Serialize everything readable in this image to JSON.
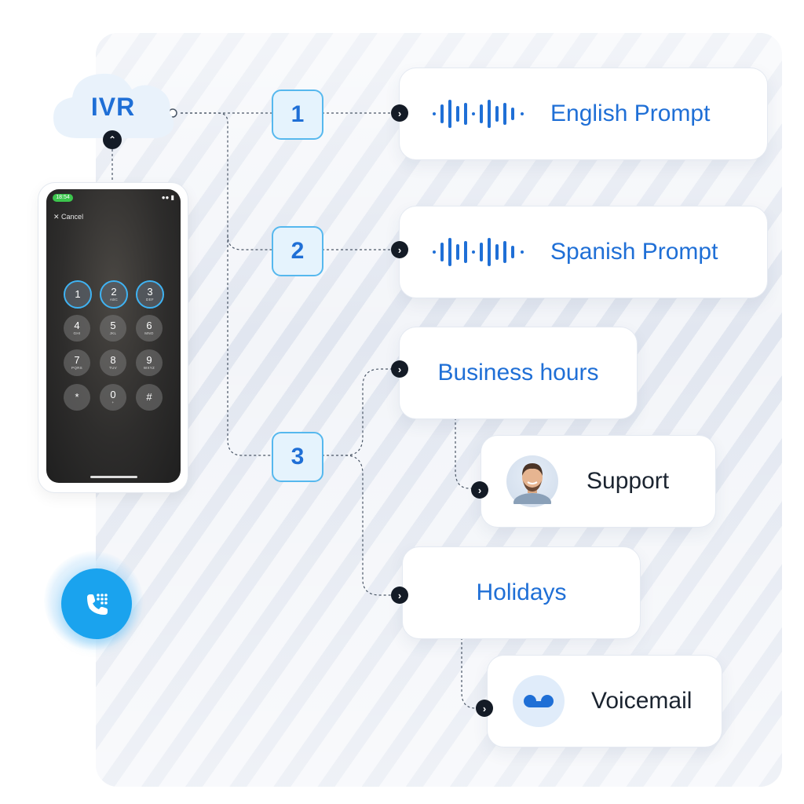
{
  "ivr": {
    "label": "IVR"
  },
  "options": [
    "1",
    "2",
    "3"
  ],
  "prompts": {
    "english": "English Prompt",
    "spanish": "Spanish Prompt"
  },
  "schedule": {
    "business_hours": "Business hours",
    "holidays": "Holidays"
  },
  "destinations": {
    "support": "Support",
    "voicemail": "Voicemail"
  },
  "phone": {
    "time": "18:54",
    "cancel": "Cancel",
    "keys": [
      {
        "digit": "1",
        "letters": ""
      },
      {
        "digit": "2",
        "letters": "ABC"
      },
      {
        "digit": "3",
        "letters": "DEF"
      },
      {
        "digit": "4",
        "letters": "GHI"
      },
      {
        "digit": "5",
        "letters": "JKL"
      },
      {
        "digit": "6",
        "letters": "MNO"
      },
      {
        "digit": "7",
        "letters": "PQRS"
      },
      {
        "digit": "8",
        "letters": "TUV"
      },
      {
        "digit": "9",
        "letters": "WXYZ"
      },
      {
        "digit": "*",
        "letters": ""
      },
      {
        "digit": "0",
        "letters": "+"
      },
      {
        "digit": "#",
        "letters": ""
      }
    ]
  },
  "icons": {
    "cloud": "cloud-icon",
    "waveform": "sound-wave-icon",
    "voicemail": "voicemail-icon",
    "dialpad_phone": "dialpad-phone-icon",
    "chevron": "chevron-right-icon"
  },
  "colors": {
    "accent": "#1f6fd6",
    "option_fill": "#e5f3fd",
    "option_border": "#56b8ee",
    "call_button": "#1aa3ee",
    "dark": "#141b26"
  }
}
